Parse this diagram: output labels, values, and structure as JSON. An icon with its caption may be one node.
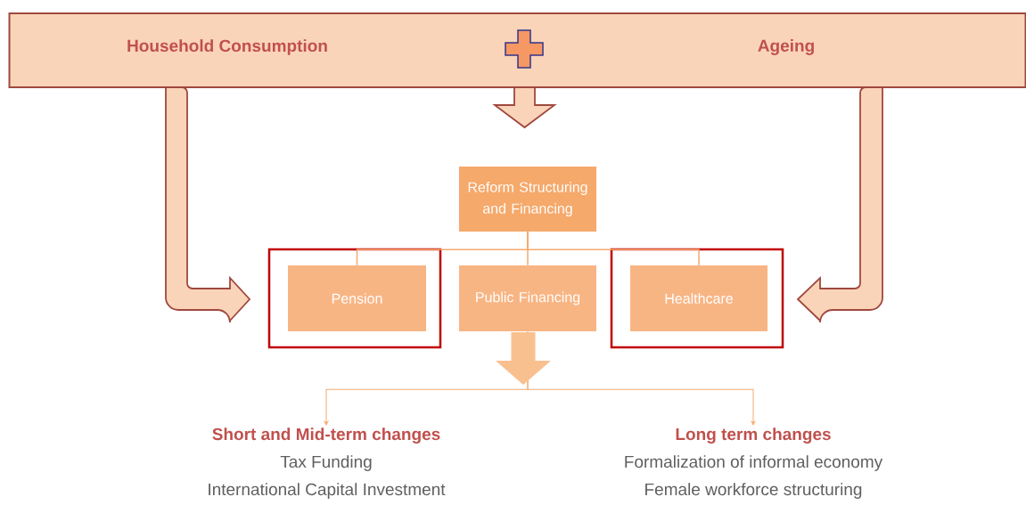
{
  "diagram": {
    "nodes": [
      {
        "text": [
          "Household Consumption",
          "Ageing"
        ]
      },
      {
        "text": [
          "Reform Structuring and Financing"
        ]
      },
      {
        "text": [],
        "shape": "box"
      },
      {
        "text": [
          "Pension"
        ],
        "in": 2
      },
      {
        "text": [
          "Public Financing"
        ]
      },
      {
        "text": [],
        "shape": "box"
      },
      {
        "text": [
          "Healthcare"
        ],
        "in": 5
      },
      {
        "text": [
          "Short and Mid-term changes",
          "Tax Funding",
          "International Capital Investment"
        ]
      },
      {
        "text": [
          "Long term changes",
          "Formalization of informal economy",
          "Female workforce structuring"
        ]
      }
    ],
    "edges": [
      {
        "from": 0,
        "to": 2,
        "arrow": "to",
        "style": "thick"
      },
      {
        "from": 0,
        "to": 1,
        "arrow": "to",
        "style": "thick"
      },
      {
        "from": 0,
        "to": 5,
        "arrow": "to",
        "style": "thick"
      },
      {
        "from": 1,
        "to": 3,
        "arrow": "none"
      },
      {
        "from": 1,
        "to": 4,
        "arrow": "none"
      },
      {
        "from": 1,
        "to": 6,
        "arrow": "none"
      },
      {
        "from": 4,
        "to": 7,
        "arrow": "to"
      },
      {
        "from": 4,
        "to": 8,
        "arrow": "to"
      }
    ]
  }
}
